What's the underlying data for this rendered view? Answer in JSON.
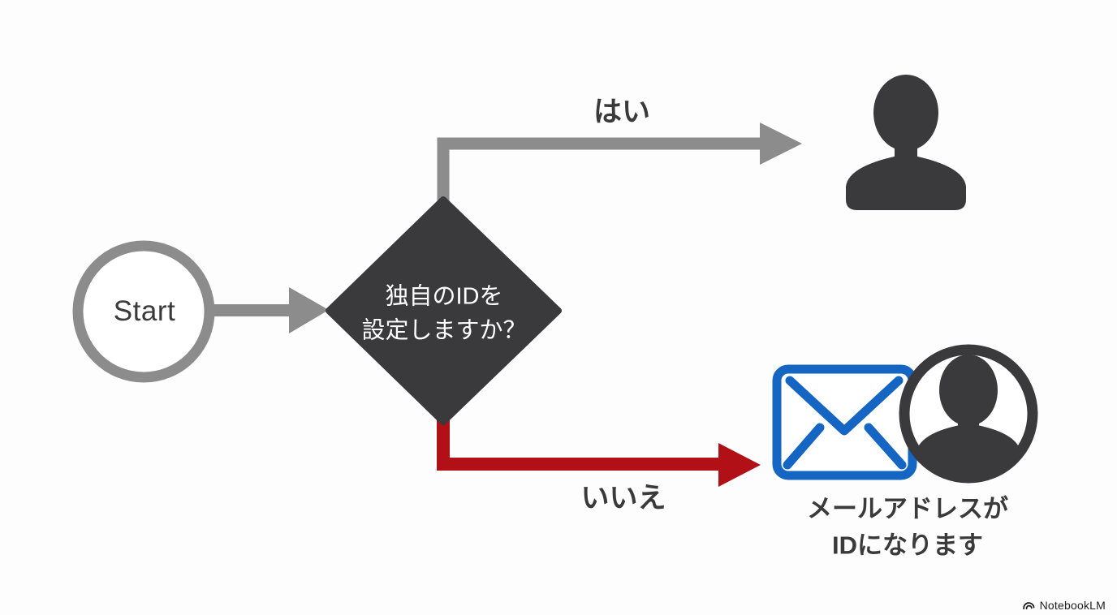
{
  "colors": {
    "background": "#fdfdfd",
    "gray": "#8c8c8c",
    "dark": "#3a3a3c",
    "red": "#b01016",
    "blue": "#1565c3",
    "textDark": "#3a3a3a",
    "diamondText": "#ffffff",
    "watermarkColor": "#1f1f1f"
  },
  "flowchart": {
    "start": {
      "label": "Start"
    },
    "decision": {
      "line1": "独自のIDを",
      "line2": "設定しますか？"
    },
    "yes_branch": {
      "label": "はい",
      "target_icon": "person-icon"
    },
    "no_branch": {
      "label": "いいえ",
      "target_icons": [
        "envelope-icon",
        "person-in-circle-icon"
      ],
      "caption_line1": "メールアドレスが",
      "caption_line2": "IDになります"
    }
  },
  "watermark": {
    "label": "NotebookLM",
    "icon": "notebooklm-logo-icon"
  }
}
